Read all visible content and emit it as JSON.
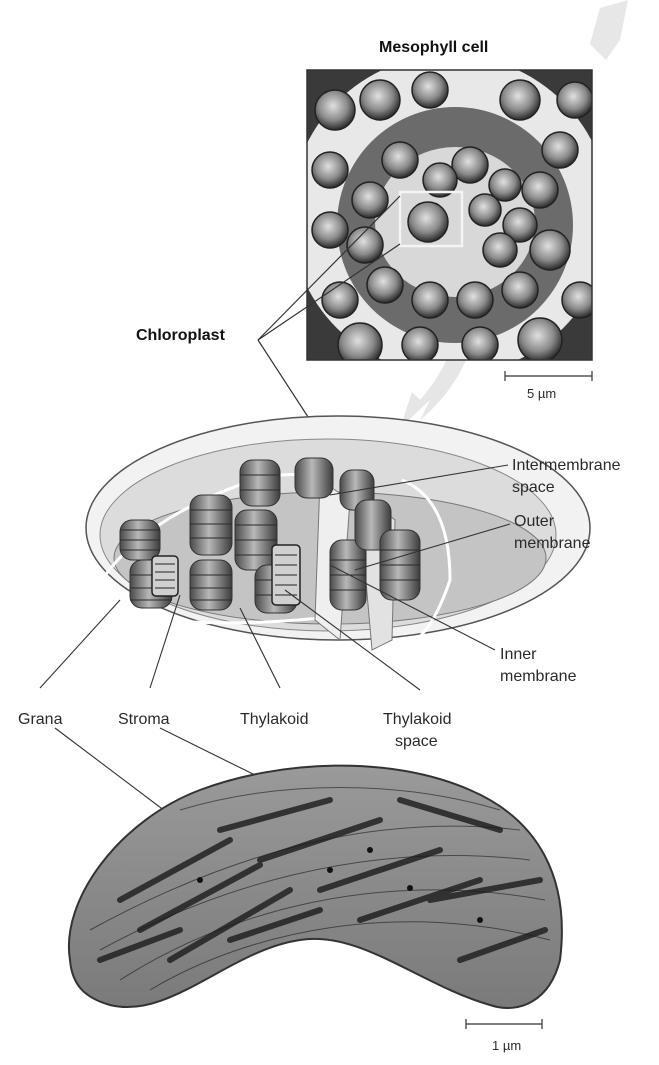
{
  "titles": {
    "mesophyll": "Mesophyll cell",
    "chloroplast": "Chloroplast"
  },
  "labels": {
    "intermembrane_1": "Intermembrane",
    "intermembrane_2": "space",
    "outer_1": "Outer",
    "outer_2": "membrane",
    "inner_1": "Inner",
    "inner_2": "membrane",
    "grana": "Grana",
    "stroma": "Stroma",
    "thylakoid": "Thylakoid",
    "thylakoid_space_1": "Thylakoid",
    "thylakoid_space_2": "space"
  },
  "scale_bars": {
    "top": "5 µm",
    "bottom": "1 µm"
  }
}
